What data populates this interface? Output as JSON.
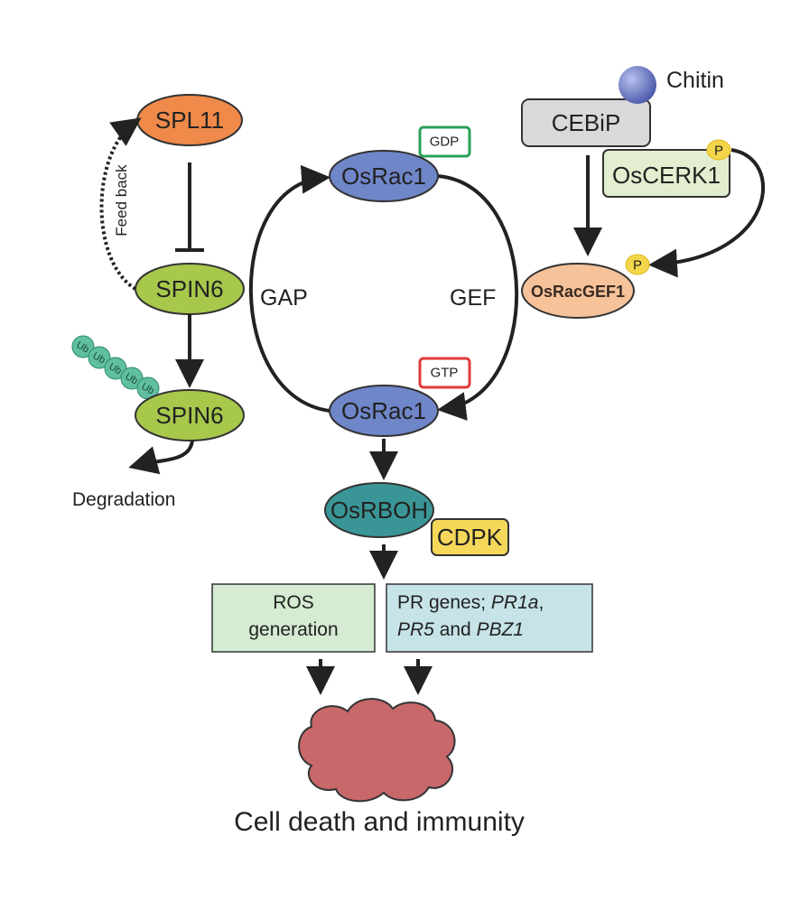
{
  "nodes": {
    "spl11": "SPL11",
    "spin6_top": "SPIN6",
    "spin6_bottom": "SPIN6",
    "feedback": "Feed back",
    "ub": "Ub",
    "degradation": "Degradation",
    "osrac1_gdp": "OsRac1",
    "gdp": "GDP",
    "osrac1_gtp": "OsRac1",
    "gtp": "GTP",
    "gap": "GAP",
    "gef": "GEF",
    "chitin": "Chitin",
    "cebip": "CEBiP",
    "oscerk1": "OsCERK1",
    "p": "P",
    "osracgef1": "OsRacGEF1",
    "osrboh": "OsRBOH",
    "cdpk": "CDPK",
    "ros_line1": "ROS",
    "ros_line2": "generation",
    "pr_line1_a": "PR genes; ",
    "pr_line1_b": "PR1a",
    "pr_line1_c": ",",
    "pr_line2_a": "PR5",
    "pr_line2_b": " and ",
    "pr_line2_c": "PBZ1",
    "outcome": "Cell death and immunity"
  },
  "colors": {
    "spl11": "#ef8a4a",
    "spin6": "#a8c84c",
    "osrac1": "#6f86c9",
    "osrboh": "#3a9696",
    "cdpk": "#f5d75a",
    "cebip": "#d9d9db",
    "oscerk1": "#e3eed0",
    "osracgef1": "#f6c29a",
    "ros_box": "#d5ebd2",
    "pr_box": "#c6e3e8",
    "cloud": "#c8686a",
    "gdp_border": "#2aa05a",
    "gtp_border": "#e03a3a"
  }
}
